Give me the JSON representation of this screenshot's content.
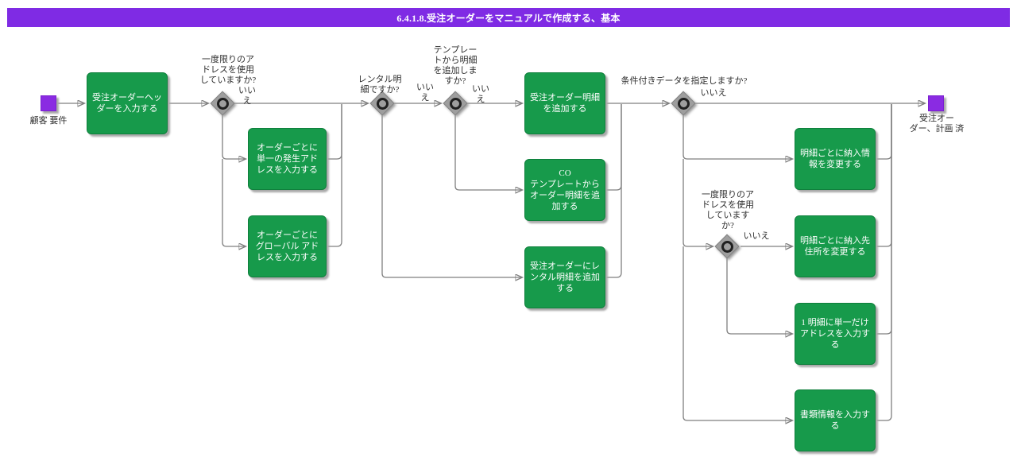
{
  "title": "6.4.1.8.受注オーダーをマニュアルで作成する、基本",
  "colors": {
    "title_bar": "#7f2be4",
    "task_fill": "#179a4b",
    "event_fill": "#8a2be2",
    "gateway_fill": "#9e9e9e",
    "connector": "#7f7f7f",
    "task_text": "#ffffff",
    "label_text": "#2e2e2e"
  },
  "diagram": {
    "start_event": {
      "label": "顧客 要件"
    },
    "end_event": {
      "label": "受注オー\nダー、計画 済"
    },
    "tasks": [
      {
        "label": "受注オーダーヘッダーを入力する"
      },
      {
        "label": "オーダーごとに単一の発生アドレスを入力する"
      },
      {
        "label": "オーダーごとにグローバル アドレスを入力する"
      },
      {
        "label": "受注オーダー明細を追加する"
      },
      {
        "label": "CO\nテンプレートからオーダー明細を追加する"
      },
      {
        "label": "受注オーダーにレンタル明細を追加する"
      },
      {
        "label": "明細ごとに納入情報を変更する"
      },
      {
        "label": "明細ごとに納入先住所を変更する"
      },
      {
        "label": "1 明細に単一だけアドレスを入力する"
      },
      {
        "label": "書類情報を入力する"
      }
    ],
    "decisions": [
      {
        "question": "一度限りのア\nドレスを使用\nしていますか?",
        "answer_no": "いい\nえ"
      },
      {
        "question": "レンタル明\n細ですか?",
        "answer_no": "いい\nえ"
      },
      {
        "question": "テンプレー\nトから明細\nを追加しま\nすか?",
        "answer_no": "いい\nえ"
      },
      {
        "question": "条件付きデータを指定しますか?",
        "answer_no": "いいえ"
      },
      {
        "question": "一度限りのア\nドレスを使用\nしています\nか?",
        "answer_no": "いいえ"
      }
    ]
  }
}
